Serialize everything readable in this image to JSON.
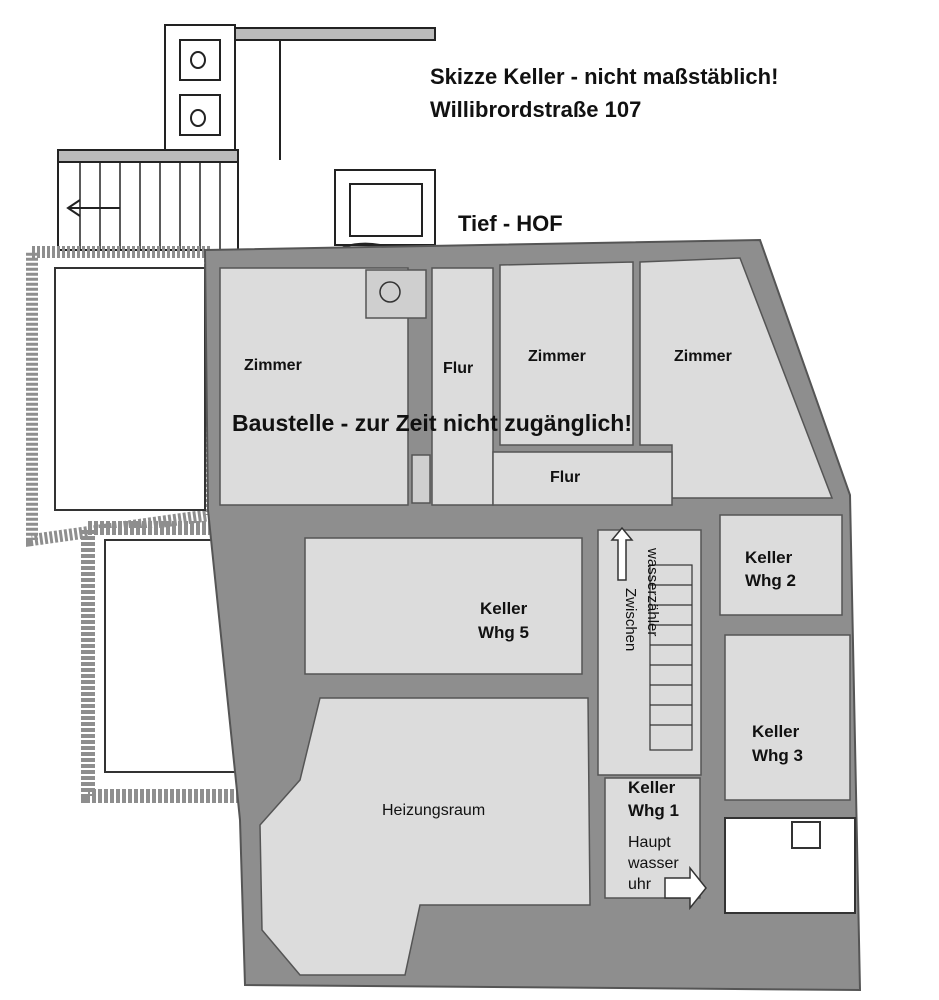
{
  "header": {
    "line1": "Skizze Keller - nicht maßstäblich!",
    "line2": "Willibrordstraße 107"
  },
  "courtyard": "Tief - HOF",
  "notice": "Baustelle - zur Zeit nicht zugänglich!",
  "rooms": {
    "zimmer_left": "Zimmer",
    "flur_top": "Flur",
    "zimmer_mid": "Zimmer",
    "zimmer_right": "Zimmer",
    "flur_bottom": "Flur",
    "keller5_l1": "Keller",
    "keller5_l2": "Whg 5",
    "keller2_l1": "Keller",
    "keller2_l2": "Whg 2",
    "keller3_l1": "Keller",
    "keller3_l2": "Whg 3",
    "keller1_l1": "Keller",
    "keller1_l2": "Whg 1",
    "heizung": "Heizungsraum"
  },
  "meters": {
    "zwischen_l1": "Zwischen",
    "zwischen_l2": "wasserzähler",
    "haupt_l1": "Haupt",
    "haupt_l2": "wasser",
    "haupt_l3": "uhr"
  },
  "colors": {
    "room_fill": "#dcdcdc",
    "wall": "#8e8e8e",
    "sketch_line": "#222222"
  }
}
